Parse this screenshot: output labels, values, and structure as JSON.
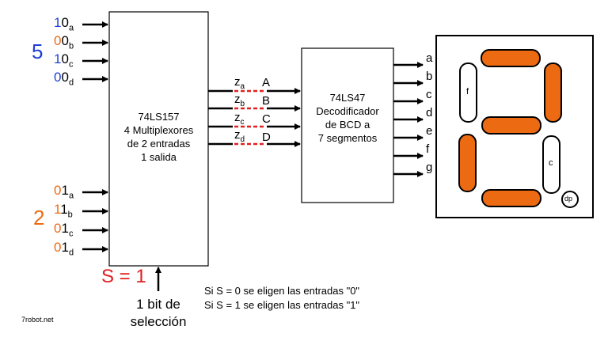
{
  "left_number": {
    "value": "5",
    "color": "#1f3fd6"
  },
  "right_number": {
    "value": "2",
    "color": "#ec6a12"
  },
  "mux_box": {
    "lines": [
      "74LS157",
      "4 Multiplexores",
      "de 2 entradas",
      "1 salida"
    ]
  },
  "decoder_box": {
    "lines": [
      "74LS47",
      "Decodificador",
      "de BCD a",
      "7 segmentos"
    ]
  },
  "inputs_0": [
    {
      "bit": "1",
      "base": "0",
      "sub": "a"
    },
    {
      "bit": "0",
      "base": "0",
      "sub": "b"
    },
    {
      "bit": "1",
      "base": "0",
      "sub": "c"
    },
    {
      "bit": "0",
      "base": "0",
      "sub": "d"
    }
  ],
  "inputs_1": [
    {
      "bit": "0",
      "base": "1",
      "sub": "a"
    },
    {
      "bit": "1",
      "base": "1",
      "sub": "b"
    },
    {
      "bit": "0",
      "base": "1",
      "sub": "c"
    },
    {
      "bit": "0",
      "base": "1",
      "sub": "d"
    }
  ],
  "mux_outputs": [
    {
      "base": "z",
      "sub": "a",
      "letter": "A"
    },
    {
      "base": "z",
      "sub": "b",
      "letter": "B"
    },
    {
      "base": "z",
      "sub": "c",
      "letter": "C"
    },
    {
      "base": "z",
      "sub": "d",
      "letter": "D"
    }
  ],
  "segment_outputs": [
    "a",
    "b",
    "c",
    "d",
    "e",
    "f",
    "g"
  ],
  "select": {
    "label": "S = 1",
    "color": "#e02020",
    "caption_line1": "1 bit de",
    "caption_line2": "selección"
  },
  "notes": [
    "Si S = 0 se eligen las entradas \"0\"",
    "Si S = 1 se eligen las entradas \"1\""
  ],
  "display": {
    "segments_on": [
      "a",
      "b",
      "d",
      "e",
      "g"
    ],
    "segments_off": [
      "c",
      "f"
    ],
    "label_f": "f",
    "label_c": "c",
    "label_dp": "dp",
    "on_color": "#ec6a12"
  },
  "watermark": "7robot.net",
  "colors": {
    "dashed": "#e02020",
    "blue": "#1f3fd6",
    "orange": "#ec6a12"
  }
}
